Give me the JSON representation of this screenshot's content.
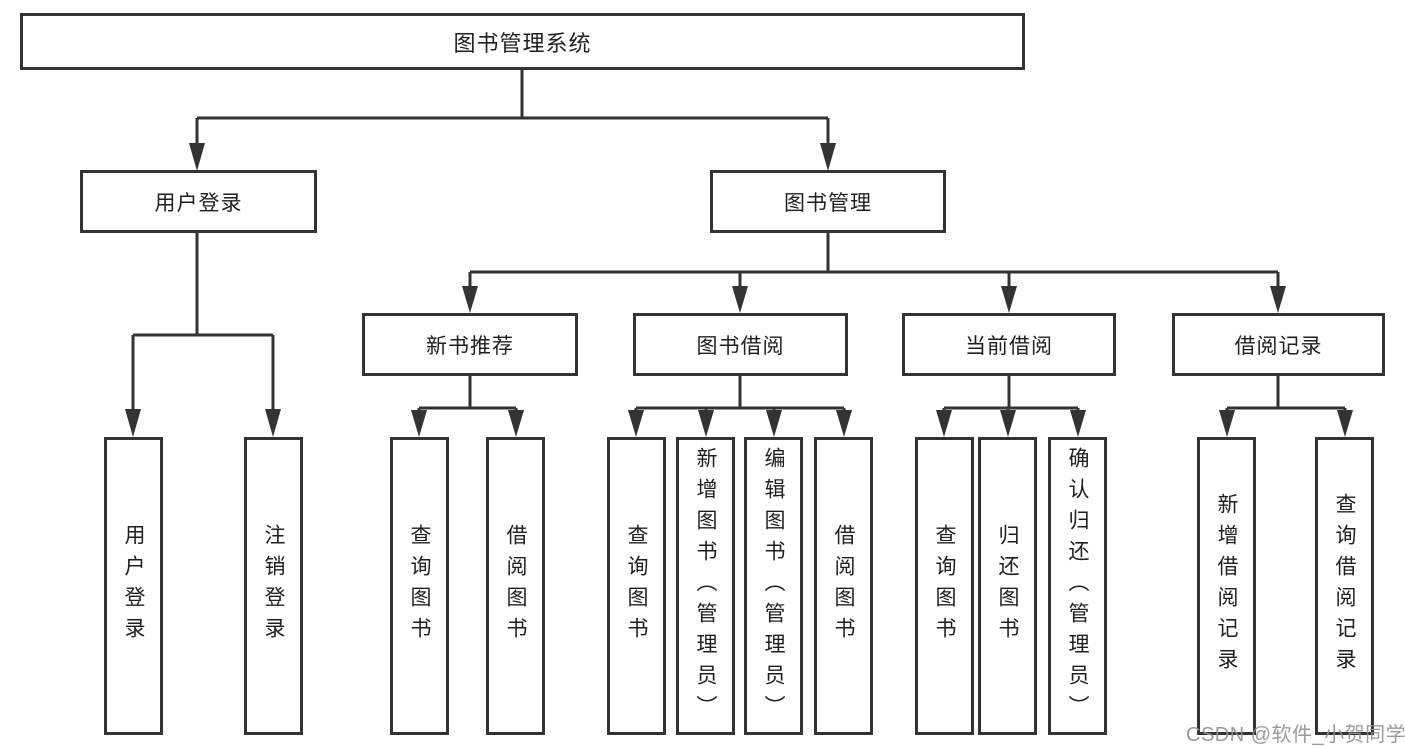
{
  "tree": {
    "root": {
      "label": "图书管理系统",
      "children": [
        {
          "label": "用户登录",
          "children": [
            {
              "label": "用户登录"
            },
            {
              "label": "注销登录"
            }
          ]
        },
        {
          "label": "图书管理",
          "children": [
            {
              "label": "新书推荐",
              "children": [
                {
                  "label": "查询图书"
                },
                {
                  "label": "借阅图书"
                }
              ]
            },
            {
              "label": "图书借阅",
              "children": [
                {
                  "label": "查询图书"
                },
                {
                  "label": "新增图书（管理员）"
                },
                {
                  "label": "编辑图书（管理员）"
                },
                {
                  "label": "借阅图书"
                }
              ]
            },
            {
              "label": "当前借阅",
              "children": [
                {
                  "label": "查询图书"
                },
                {
                  "label": "归还图书"
                },
                {
                  "label": "确认归还（管理员）"
                }
              ]
            },
            {
              "label": "借阅记录",
              "children": [
                {
                  "label": "新增借阅记录"
                },
                {
                  "label": "查询借阅记录"
                }
              ]
            }
          ]
        }
      ]
    }
  },
  "watermark": {
    "text": "CSDN @软件_小贺同学"
  },
  "colors": {
    "border": "#333333",
    "line": "#333333",
    "text": "#1f1f1f",
    "watermark": "#919191",
    "background": "#ffffff"
  }
}
